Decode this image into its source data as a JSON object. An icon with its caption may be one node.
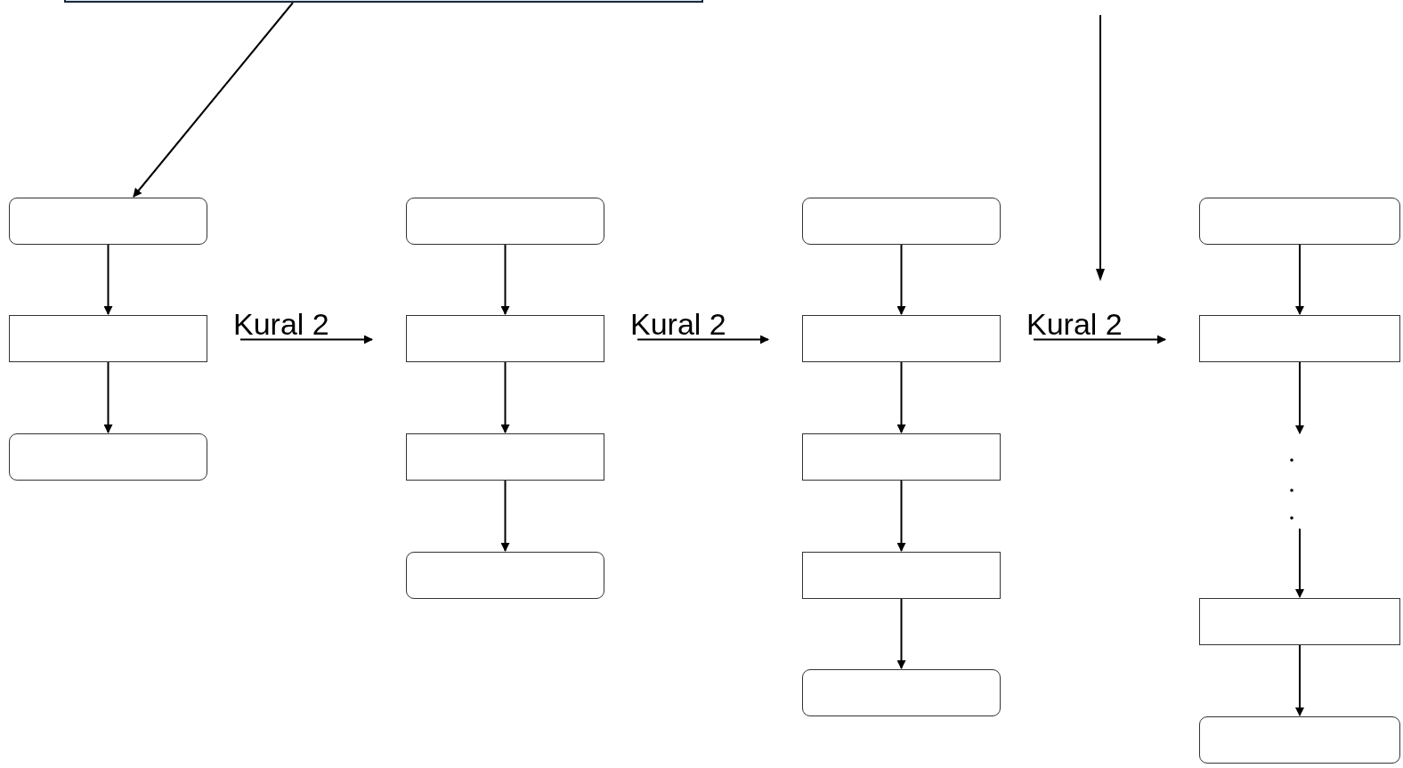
{
  "diagram": {
    "nodes": [
      {
        "text": [],
        "shape": "box"
      },
      {
        "text": [],
        "shape": "box"
      },
      {
        "text": [],
        "shape": "box"
      },
      {
        "text": [],
        "shape": "box"
      },
      {
        "text": [],
        "shape": "box"
      },
      {
        "text": [],
        "shape": "box"
      },
      {
        "text": [],
        "shape": "box"
      },
      {
        "text": [],
        "shape": "box"
      },
      {
        "text": [],
        "shape": "box"
      },
      {
        "text": [],
        "shape": "box"
      },
      {
        "text": [],
        "shape": "box"
      },
      {
        "text": [],
        "shape": "box"
      },
      {
        "text": [],
        "shape": "box"
      },
      {
        "text": [],
        "shape": "box"
      },
      {
        "text": [],
        "shape": "box"
      },
      {
        "text": [],
        "shape": "box"
      },
      {
        "text": [],
        "shape": "box"
      }
    ],
    "edges": [
      {
        "from": 0,
        "to": 1,
        "arrow": "to"
      },
      {
        "from": 1,
        "to": 2,
        "arrow": "to"
      },
      {
        "from": 2,
        "to": 3,
        "arrow": "to"
      },
      {
        "from": 4,
        "to": 5,
        "arrow": "to"
      },
      {
        "from": 5,
        "to": 6,
        "arrow": "to"
      },
      {
        "from": 6,
        "to": 7,
        "arrow": "to"
      },
      {
        "from": 8,
        "to": 9,
        "arrow": "to"
      },
      {
        "from": 9,
        "to": 10,
        "arrow": "to"
      },
      {
        "from": 10,
        "to": 11,
        "arrow": "to"
      },
      {
        "from": 11,
        "to": 12,
        "arrow": "to"
      },
      {
        "from": 13,
        "to": 14,
        "arrow": "to"
      },
      {
        "from": 14,
        "to": null,
        "arrow": "to"
      },
      {
        "from": null,
        "to": 15,
        "arrow": "to"
      },
      {
        "from": 15,
        "to": 16,
        "arrow": "to"
      },
      {
        "from": 2,
        "to": 5,
        "arrow": "to",
        "label": "Kural 2"
      },
      {
        "from": 5,
        "to": 9,
        "arrow": "to",
        "label": "Kural 2"
      },
      {
        "from": 9,
        "to": 14,
        "arrow": "to",
        "label": "Kural 2"
      }
    ]
  }
}
